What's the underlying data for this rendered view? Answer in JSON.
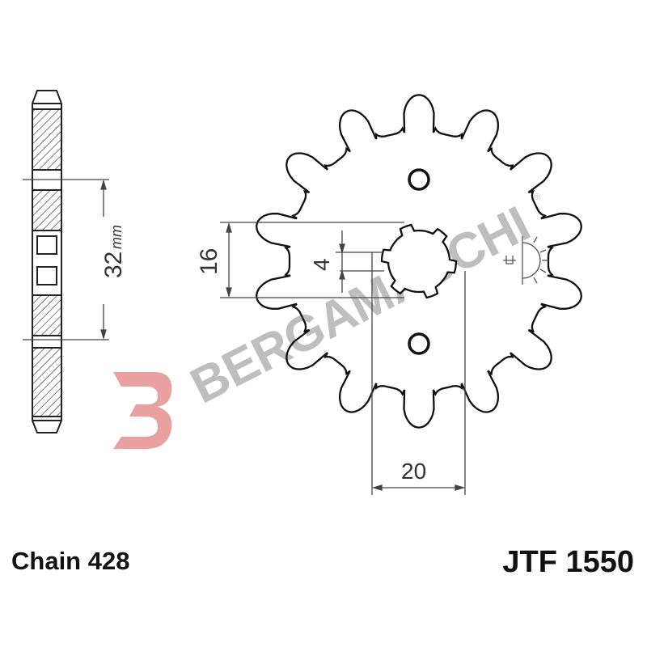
{
  "drawing": {
    "side_dimension": {
      "value": "32",
      "unit": "mm"
    },
    "dim_16": "16",
    "dim_4": "4",
    "dim_20": "20",
    "teeth": 14,
    "watermark": "BERGAMASCHI",
    "watermark_mark": "®",
    "colors": {
      "line": "#222222",
      "watermark_gray": "#b8b8b8",
      "logo_red": "#e8a0a0"
    }
  },
  "footer": {
    "chain": "Chain 428",
    "code": "JTF 1550"
  }
}
